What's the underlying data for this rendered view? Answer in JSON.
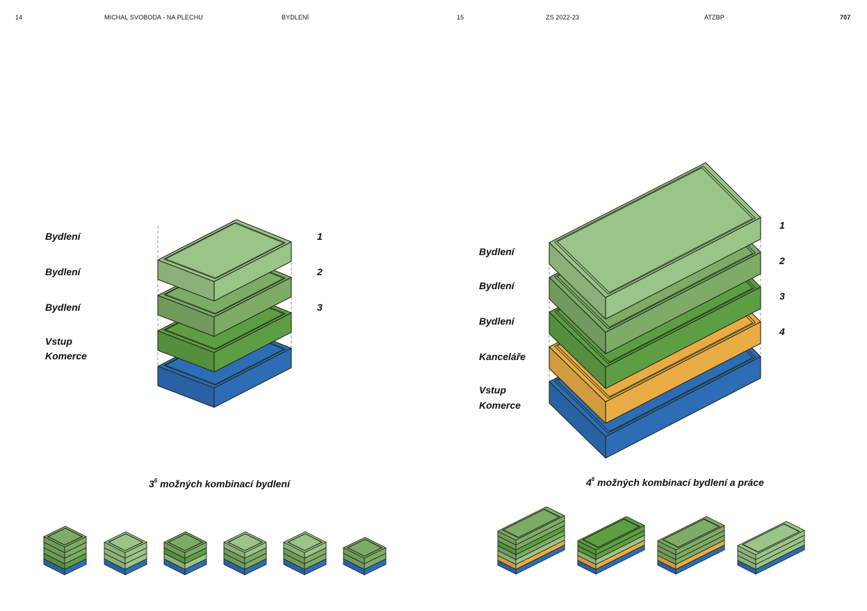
{
  "header": {
    "page_left": "14",
    "author": "MICHAL SVOBODA - NA PLECHU",
    "section": "BYDLENÍ",
    "page_right": "15",
    "semester": "ZS 2022-23",
    "course": "ATZBP",
    "code": "707"
  },
  "left_diagram": {
    "labels": [
      "Bydlení",
      "Bydlení",
      "Bydlení",
      "Vstup",
      "Komerce"
    ],
    "numbers": [
      "1",
      "2",
      "3"
    ],
    "caption_base": "3",
    "caption_exp": "6",
    "caption_text": " možných kombinací bydlení"
  },
  "right_diagram": {
    "labels": [
      "Bydlení",
      "Bydlení",
      "Bydlení",
      "Kanceláře",
      "Vstup",
      "Komerce"
    ],
    "numbers": [
      "1",
      "2",
      "3",
      "4"
    ],
    "caption_base": "4",
    "caption_exp": "6",
    "caption_text": " možných kombinací bydlení a práce"
  },
  "colors": {
    "light_green": "#9bc488",
    "mid_green": "#7eab66",
    "dark_green": "#5e9e43",
    "orange": "#e9ac45",
    "blue": "#2d6db5",
    "outline": "#1f2a1a"
  }
}
